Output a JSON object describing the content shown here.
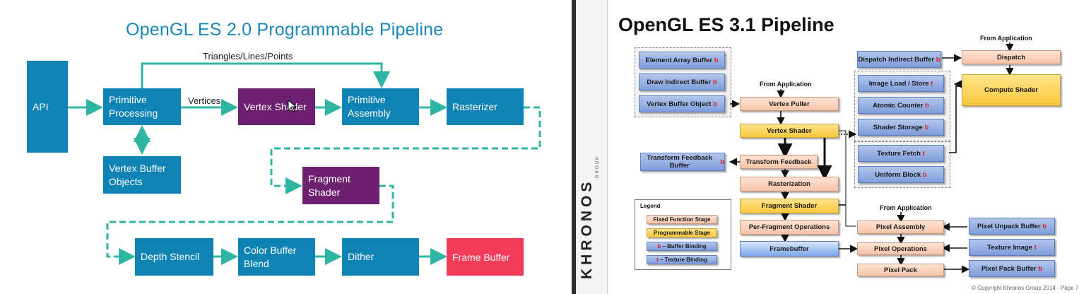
{
  "left": {
    "title": "OpenGL ES 2.0 Programmable Pipeline",
    "labels": {
      "triangles": "Triangles/Lines/Points",
      "vertices": "Vertices"
    },
    "boxes": {
      "api": "API",
      "primitive_processing": "Primitive Processing",
      "vertex_shader": "Vertex Shader",
      "primitive_assembly": "Primitive Assembly",
      "rasterizer": "Rasterizer",
      "vertex_buffer_objects": "Vertex Buffer Objects",
      "fragment_shader": "Fragment Shader",
      "depth_stencil": "Depth Stencil",
      "color_buffer_blend": "Color Buffer Blend",
      "dither": "Dither",
      "frame_buffer": "Frame Buffer"
    },
    "colors": {
      "blue": "#0f83b3",
      "purple": "#6d1f70",
      "red": "#f23b58",
      "connector": "#2fb5a4"
    }
  },
  "right": {
    "title": "OpenGL ES 3.1 Pipeline",
    "brand": "KHRONOS",
    "brand_sub": "GROUP",
    "from_application": "From Application",
    "buffers": {
      "element_array": "Element Array Buffer",
      "draw_indirect": "Draw Indirect Buffer",
      "vertex_buffer_object": "Vertex Buffer Object",
      "transform_feedback_buffer": "Transform Feedback Buffer",
      "dispatch_indirect": "Dispatch Indirect Buffer",
      "pixel_unpack": "Pixel Unpack Buffer",
      "pixel_pack": "Pixel Pack Buffer",
      "b": "b",
      "t": "t"
    },
    "stages": {
      "vertex_puller": "Vertex Puller",
      "vertex_shader": "Vertex Shader",
      "transform_feedback": "Transform Feedback",
      "rasterization": "Rasterization",
      "fragment_shader": "Fragment Shader",
      "per_fragment": "Per-Fragment Operations",
      "framebuffer": "Framebuffer",
      "dispatch": "Dispatch",
      "compute_shader": "Compute Shader",
      "pixel_assembly": "Pixel Assembly",
      "pixel_operations": "Pixel Operations",
      "pixel_pack": "Pixel Pack"
    },
    "resources": {
      "image_load_store": "Image Load / Store",
      "atomic_counter": "Atomic Counter",
      "shader_storage": "Shader Storage",
      "texture_fetch": "Texture Fetch",
      "uniform_block": "Uniform Block",
      "texture_image": "Texture Image"
    },
    "legend": {
      "title": "Legend",
      "fixed": "Fixed Function Stage",
      "programmable": "Programmable Stage",
      "buffer_binding": "– Buffer Binding",
      "texture_binding": "– Texture Binding"
    },
    "copyright": "© Copyright Khronos Group 2014 - Page 7"
  }
}
